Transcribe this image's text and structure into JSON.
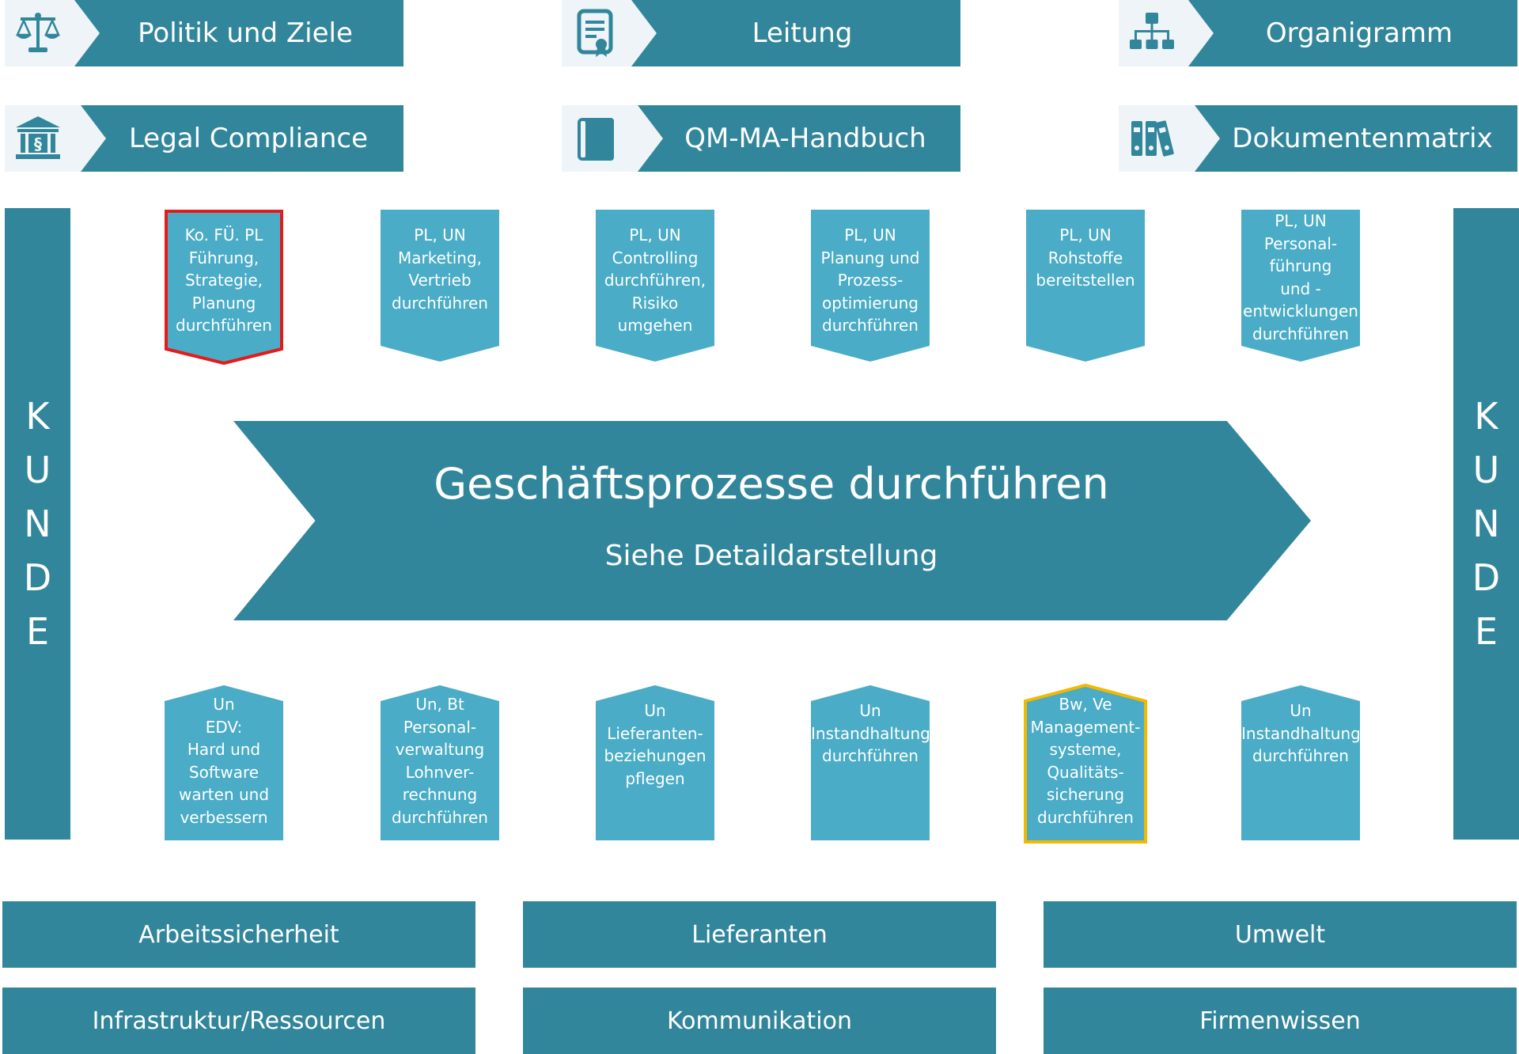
{
  "header_row1": [
    {
      "label": "Politik und Ziele",
      "icon": "scales-icon"
    },
    {
      "label": "Leitung",
      "icon": "certificate-icon"
    },
    {
      "label": "Organigramm",
      "icon": "org-chart-icon"
    }
  ],
  "header_row2": [
    {
      "label": "Legal Compliance",
      "icon": "law-building-icon"
    },
    {
      "label": "QM-MA-Handbuch",
      "icon": "book-icon"
    },
    {
      "label": "Dokumentenmatrix",
      "icon": "binders-icon"
    }
  ],
  "kunde_left": "KUNDE",
  "kunde_right": "KUNDE",
  "top_processes": [
    {
      "text": "Ko. FÜ. PL\nFührung,\nStrategie,\nPlanung\ndurchführen",
      "highlight": "#e31b1b"
    },
    {
      "text": "PL, UN\nMarketing,\nVertrieb\ndurchführen",
      "highlight": null
    },
    {
      "text": "PL, UN\nControlling\ndurchführen,\nRisiko\numgehen",
      "highlight": null
    },
    {
      "text": "PL, UN\nPlanung und\nProzess-\noptimierung\ndurchführen",
      "highlight": null
    },
    {
      "text": "PL, UN\nRohstoffe\nbereitstellen",
      "highlight": null
    },
    {
      "text": "PL, UN\nPersonal-\nführung\nund -\nentwicklungen\ndurchführen",
      "highlight": null
    }
  ],
  "main_process": {
    "title": "Geschäftsprozesse durchführen",
    "subtitle": "Siehe Detaildarstellung"
  },
  "bottom_processes": [
    {
      "text": "Un\nEDV:\nHard und\nSoftware\nwarten und\nverbessern",
      "highlight": null
    },
    {
      "text": "Un, Bt\nPersonal-\nverwaltung\nLohnver-\nrechnung\ndurchführen",
      "highlight": null
    },
    {
      "text": "Un\nLieferanten-\nbeziehungen\npflegen",
      "highlight": null
    },
    {
      "text": "Un\nInstandhaltung\ndurchführen",
      "highlight": null
    },
    {
      "text": "Bw, Ve\nManagement-\nsysteme,\nQualitäts-\nsicherung\ndurchführen",
      "highlight": "#f5b800"
    },
    {
      "text": "Un\nInstandhaltung\ndurchführen",
      "highlight": null
    }
  ],
  "footer_row1": [
    "Arbeitssicherheit",
    "Lieferanten",
    "Umwelt"
  ],
  "footer_row2": [
    "Infrastruktur/Ressourcen",
    "Kommunikation",
    "Firmenwissen"
  ],
  "colors": {
    "dark_teal": "#32869b",
    "light_teal": "#4aacc6",
    "icon_bg": "#eef4f7",
    "highlight_red": "#e31b1b",
    "highlight_yellow": "#f5b800"
  }
}
